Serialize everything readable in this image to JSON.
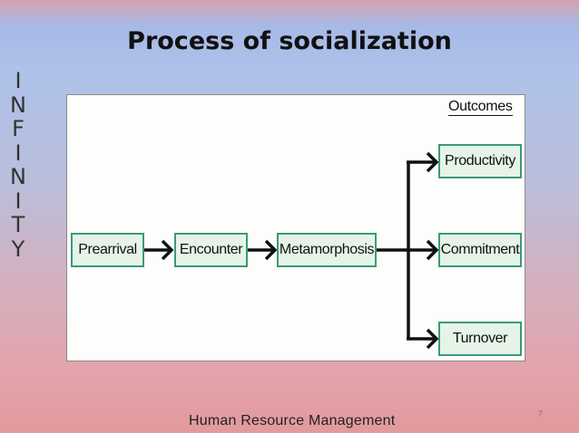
{
  "slide": {
    "title": "Process of socialization",
    "side_letters": [
      "I",
      "N",
      "F",
      "I",
      "N",
      "I",
      "T",
      "Y"
    ],
    "footer": "Human Resource Management",
    "page_number": "7"
  },
  "diagram": {
    "outcomes_label": "Outcomes",
    "stages": [
      "Prearrival",
      "Encounter",
      "Metamorphosis"
    ],
    "outcomes": [
      "Productivity",
      "Commitment",
      "Turnover"
    ],
    "colors": {
      "box_fill": "#e6f4e8",
      "box_border": "#3a9a7a",
      "arrow": "#111111"
    }
  }
}
